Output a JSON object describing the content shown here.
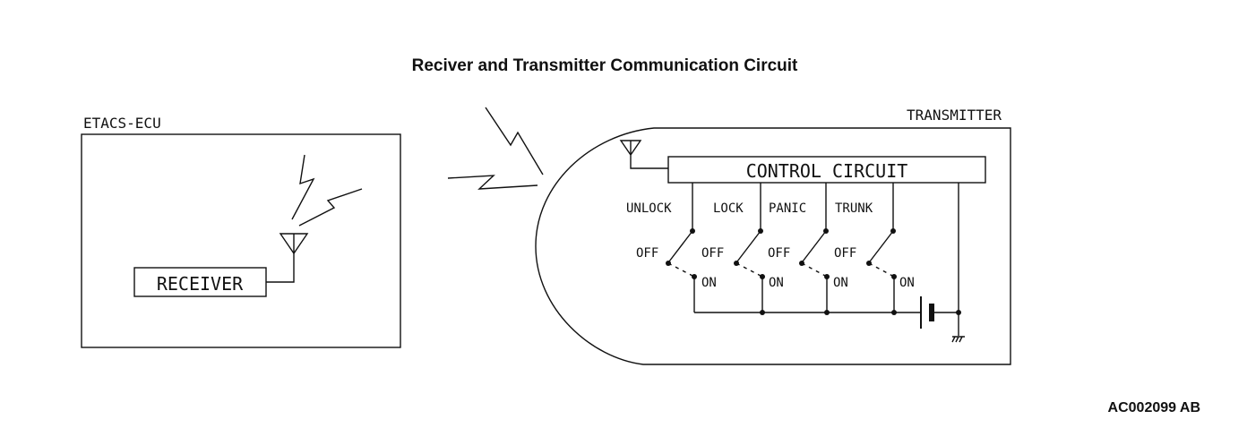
{
  "diagram": {
    "title": "Reciver and Transmitter Communication Circuit",
    "figure_code": "AC002099 AB",
    "ecu": {
      "label": "ETACS-ECU",
      "receiver_label": "RECEIVER"
    },
    "transmitter": {
      "label": "TRANSMITTER",
      "control_circuit_label": "CONTROL CIRCUIT",
      "switches": [
        {
          "name": "UNLOCK",
          "off_label": "OFF",
          "on_label": "ON"
        },
        {
          "name": "LOCK",
          "off_label": "OFF",
          "on_label": "ON"
        },
        {
          "name": "PANIC",
          "off_label": "OFF",
          "on_label": "ON"
        },
        {
          "name": "TRUNK",
          "off_label": "OFF",
          "on_label": "ON"
        }
      ]
    }
  }
}
